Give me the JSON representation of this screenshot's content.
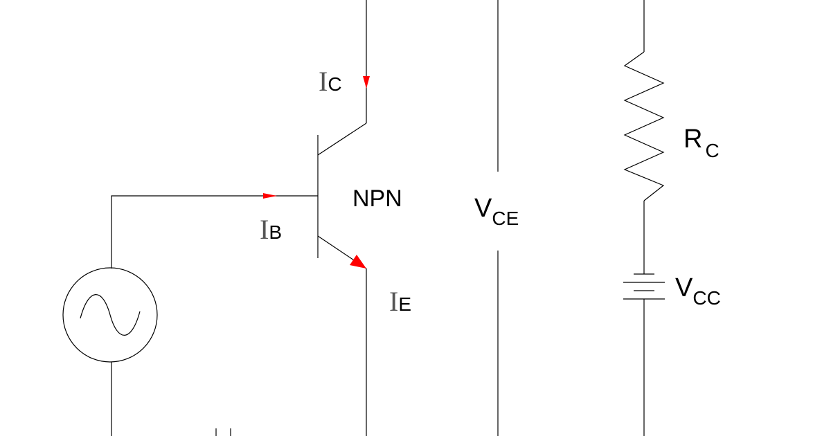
{
  "labels": {
    "collector_current": {
      "symbol": "I",
      "subscript": "C"
    },
    "base_current": {
      "symbol": "I",
      "subscript": "B"
    },
    "emitter_current": {
      "symbol": "I",
      "subscript": "E"
    },
    "transistor_type": "NPN",
    "collector_emitter_voltage": {
      "symbol": "V",
      "subscript": "CE"
    },
    "collector_resistor": {
      "symbol": "R",
      "subscript": "C"
    },
    "supply_voltage": {
      "symbol": "V",
      "subscript": "CC"
    }
  },
  "colors": {
    "wire": "#000000",
    "current_arrow": "#ff0000",
    "current_symbol": "#555555",
    "background": "#ffffff"
  },
  "icons": {
    "ac_source": "ac-source-icon",
    "transistor": "npn-transistor-icon",
    "resistor": "resistor-icon",
    "battery": "battery-icon"
  }
}
